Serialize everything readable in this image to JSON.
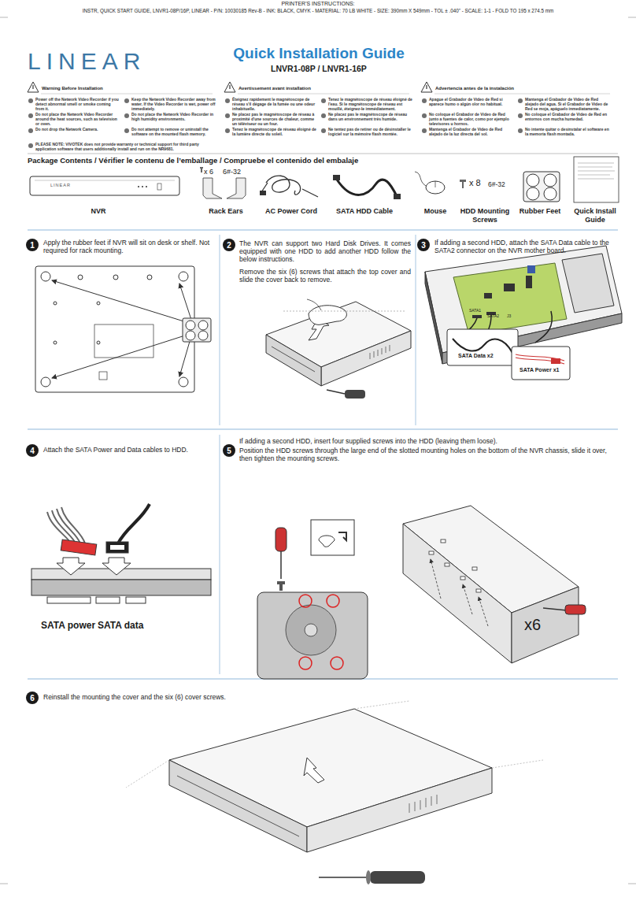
{
  "diagram": {
    "title": "Quick Installation Guide",
    "nodes": [
      {
        "text": [
          "1"
        ]
      },
      {
        "text": [
          "2"
        ]
      },
      {
        "text": [
          "3"
        ]
      },
      {
        "text": [
          "4"
        ]
      },
      {
        "text": [
          "5"
        ]
      },
      {
        "text": [
          "6"
        ]
      }
    ],
    "labels": [
      "PRINTER'S INSTRUCTIONS:",
      "INSTR, QUICK START GUIDE, LNVR1-08P/16P, LINEAR - P/N: 10030185 Rev-B - INK: BLACK, CMYK - MATERIAL: 70 LB WHITE - SIZE: 390mm X 549mm - TOL ± .040\" - SCALE: 1-1 - FOLD TO 195 x 274.5 mm",
      "LINEAR",
      "LNVR1-08P / LNVR1-16P",
      "Warning Before Installation",
      "Power off the Network Video Recorder if you detect abnormal smell or smoke coming from it.",
      "Keep the Network Video Recorder away from water. If the Video Recorder is wet, power off immediately.",
      "Do not place the Network Video Recorder around the heat sources, such as television or oven.",
      "Do not place the Network Video Recorder in high humidity environments.",
      "Do not drop the Network Camera.",
      "Do not attempt to remove or uninstall the software on the mounted flash memory.",
      "PLEASE NOTE: VIVOTEK does not provide warranty or technical support for third party application software that users additionally install and run on the NR9681.",
      "Avertissement avant installation",
      "Éteignez rapidement le magnétoscope de réseau s'il dégage de la fumée ou une odeur inhabituelle.",
      "Tenez le magnétoscope de réseau éloigné de l'eau. Si le magnétoscope de réseau est mouillé, éteignez-le immédiatement.",
      "Ne placez pas le magnétoscope de réseau à proximité d'une sources de chaleur, comme un téléviseur ou un four.",
      "Ne placez pas le magnétoscope de réseau dans un environnement très humide.",
      "Tenez le magnétoscope de réseau éloigné de la lumière directe du soleil.",
      "Ne tentez pas de retirer ou de désinstaller le logiciel sur la mémoire flash montée.",
      "Advertencia antes de la instalación",
      "Apague el Grabador de Video de Red si aparece humo o algún olor no habitual.",
      "Mantenga el Grabador de Video de Red alejado del agua. Si el Grabador de Video de Red se moja, apáguelo inmediatamente.",
      "No coloque el Grabador de Video de Red junto a fuentes de calor, como por ejemplo televisores u hornos.",
      "No coloque el Grabador de Video de Red en entornos con mucha humedad.",
      "Mantenga el Grabador de Video de Red alejado de la luz directa del sol.",
      "No intente quitar o desinstalar el software en la memoria flash montada.",
      "Package Contents / Vérifier le contenu de l’emballage / Compruebe el contenido del embalaje",
      "LINEAR",
      "x 6",
      "6#-32",
      "x 8",
      "6#-32",
      "NVR",
      "Rack Ears",
      "AC Power Cord",
      "SATA HDD Cable",
      "Mouse",
      "HDD Mounting Screws",
      "Rubber Feet",
      "Quick Install Guide",
      "Apply the rubber feet if NVR will sit on desk or shelf. Not required for rack mounting.",
      "The NVR can support two Hard Disk Drives. It comes equipped with one HDD to add another HDD follow the below instructions.",
      "Remove the six (6) screws that attach the top cover and slide the cover back to remove.",
      "If adding a second HDD, attach the SATA Data cable to the SATA2 connector on the NVR mother board.",
      "SATA1",
      "SATA2",
      "J3",
      "SATA Data x2",
      "SATA Power x1",
      "Attach the SATA Power and Data cables to HDD.",
      "SATA power",
      "SATA data",
      "If adding a second HDD, insert four supplied screws into the HDD (leaving them loose).",
      "Position the HDD screws through the large end of the slotted mounting holes on the bottom of the NVR chassis, slide it over, then tighten the mounting screws.",
      "x6",
      "Reinstall the mounting the cover and the six (6) cover screws."
    ]
  }
}
